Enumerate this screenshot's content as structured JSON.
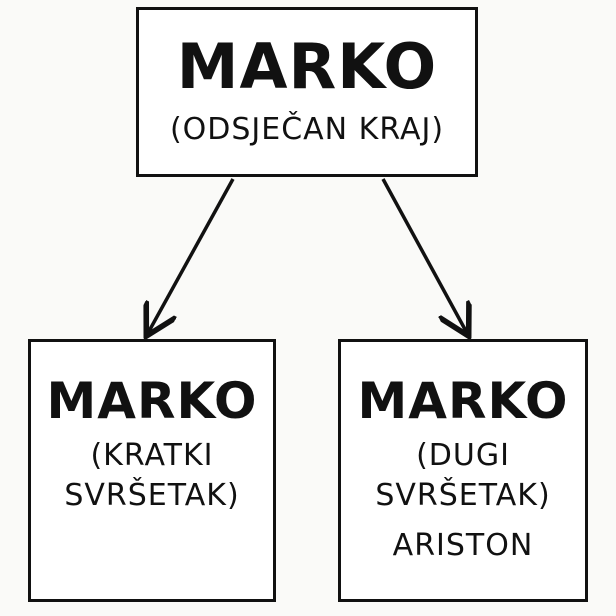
{
  "nodes": {
    "root": {
      "title": "MARKO",
      "subtitle": "(ODSJEČAN KRAJ)"
    },
    "left": {
      "title": "MARKO",
      "subtitle": "(KRATKI\nSVRŠETAK)"
    },
    "right": {
      "title": "MARKO",
      "subtitle": "(DUGI\nSVRŠETAK)",
      "extra": "ARISTON"
    }
  },
  "colors": {
    "stroke": "#111111",
    "background": "#fafaf8"
  }
}
